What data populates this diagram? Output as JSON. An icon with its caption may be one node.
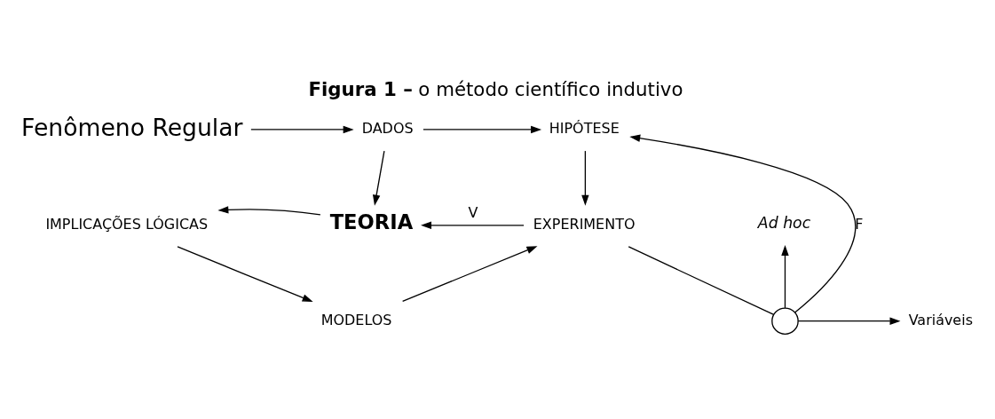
{
  "diagram": {
    "title": "**Figura 1 –** o método científico indutivo",
    "nodes": [
      {
        "text": [
          "Fenômeno Regular"
        ]
      },
      {
        "text": [
          "DADOS"
        ]
      },
      {
        "text": [
          "HIPÓTESE"
        ]
      },
      {
        "text": [
          "Variáveis"
        ]
      },
      {
        "text": [],
        "shape": "circle"
      },
      {
        "text": [
          "Ad hoc"
        ]
      },
      {
        "text": [
          "IMPLICAÇÕES LÓGICAS"
        ]
      },
      {
        "text": [
          "TEORIA"
        ]
      },
      {
        "text": [
          "EXPERIMENTO"
        ]
      },
      {
        "text": [
          "MODELOS"
        ]
      }
    ],
    "edges": [
      {
        "from": 0,
        "to": 1,
        "arrow": "to"
      },
      {
        "from": 1,
        "to": 2,
        "arrow": "to"
      },
      {
        "from": 1,
        "to": 7,
        "arrow": "to"
      },
      {
        "from": 2,
        "to": 8,
        "arrow": "to"
      },
      {
        "from": 8,
        "to": 4,
        "arrow": "none"
      },
      {
        "from": 4,
        "to": 2,
        "arrow": "to",
        "label": "F"
      },
      {
        "from": 4,
        "to": 3,
        "arrow": "to"
      },
      {
        "from": 4,
        "to": 5,
        "arrow": "to"
      },
      {
        "from": 8,
        "to": 7,
        "arrow": "to",
        "label": "V"
      },
      {
        "from": 7,
        "to": 6,
        "arrow": "to"
      },
      {
        "from": 6,
        "to": 9,
        "arrow": "to"
      },
      {
        "from": 9,
        "to": 8,
        "arrow": "to"
      }
    ]
  }
}
